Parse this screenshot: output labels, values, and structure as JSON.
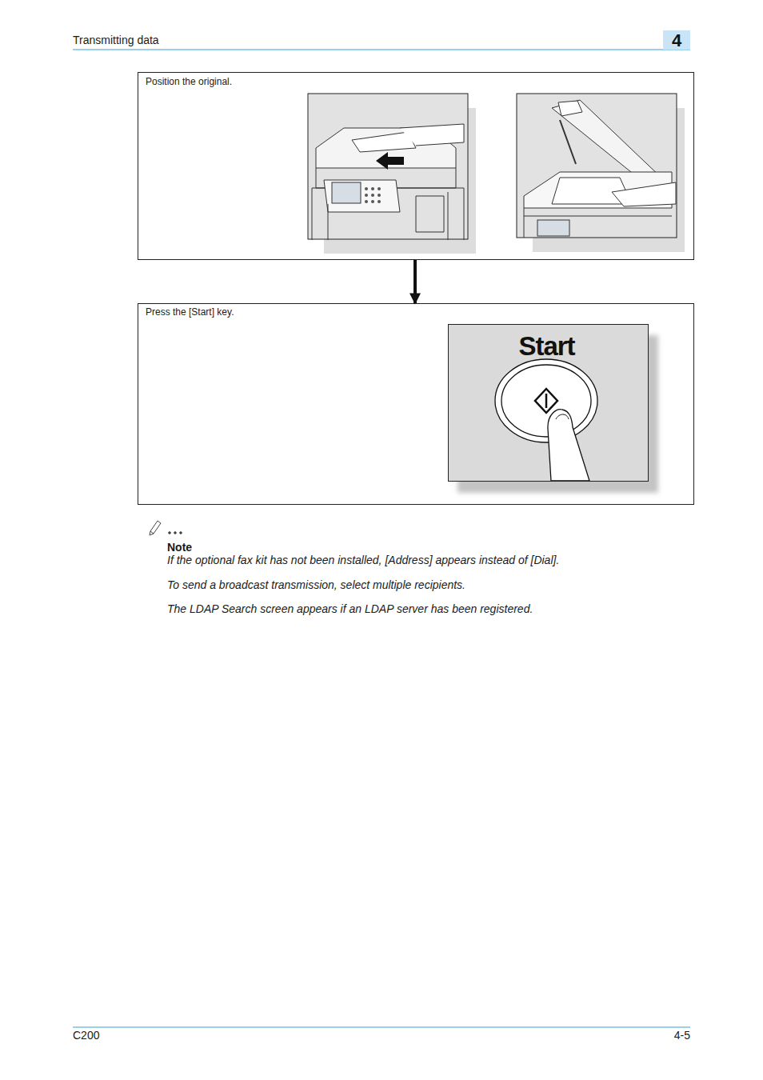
{
  "diagram": {
    "nodes": [
      {
        "text": [
          "4"
        ]
      },
      {
        "text": [
          "Position the original."
        ]
      },
      {
        "text": [
          "Press the [Start] key."
        ]
      },
      {
        "text": [
          "Start"
        ],
        "in": 2
      }
    ],
    "edges": [
      {
        "from": 1,
        "to": 2,
        "arrow": "to"
      }
    ],
    "labels": [
      "Transmitting data",
      "Note",
      "If the optional fax kit has not been installed, [Address] appears instead of [Dial].",
      "To send a broadcast transmission, select multiple recipients.",
      "The LDAP Search screen appears if an LDAP server has been registered.",
      "C200",
      "4-5"
    ]
  }
}
